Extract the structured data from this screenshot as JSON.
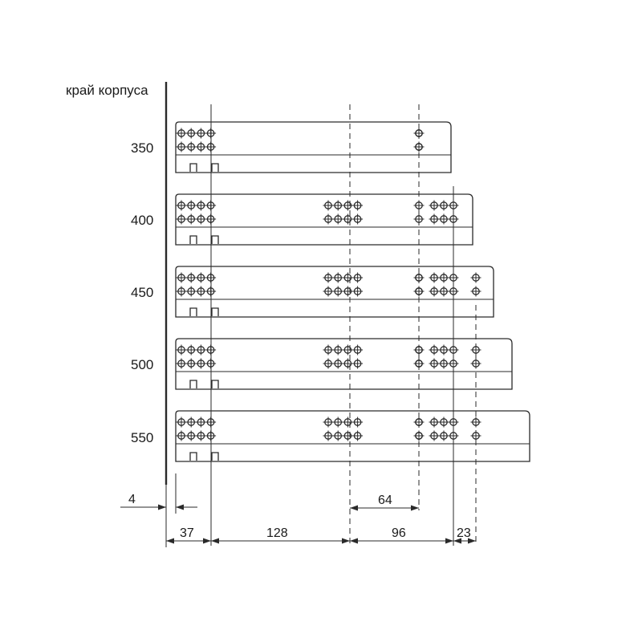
{
  "edge_label": "край корпуса",
  "rails": [
    {
      "length": "350",
      "segments": [
        [
          4,
          "ring"
        ],
        [
          1,
          "single"
        ]
      ]
    },
    {
      "length": "400",
      "segments": [
        [
          4,
          "ring"
        ],
        [
          4,
          "ring"
        ]
      ]
    },
    {
      "length": "450",
      "segments": [
        [
          4,
          "ring"
        ],
        [
          4,
          "ring"
        ],
        [
          1,
          "single"
        ]
      ]
    },
    {
      "length": "500",
      "segments": [
        [
          4,
          "ring"
        ],
        [
          4,
          "ring"
        ],
        [
          1,
          "single"
        ]
      ]
    },
    {
      "length": "550",
      "segments": [
        [
          4,
          "ring"
        ],
        [
          4,
          "ring"
        ],
        [
          1,
          "single"
        ]
      ]
    }
  ],
  "dimensions": {
    "offset": "4",
    "d37": "37",
    "d128": "128",
    "d96": "96",
    "d23": "23",
    "d64": "64"
  },
  "colors": {
    "line": "#2a2a2a",
    "text": "#1a1a1a",
    "background": "#ffffff"
  }
}
